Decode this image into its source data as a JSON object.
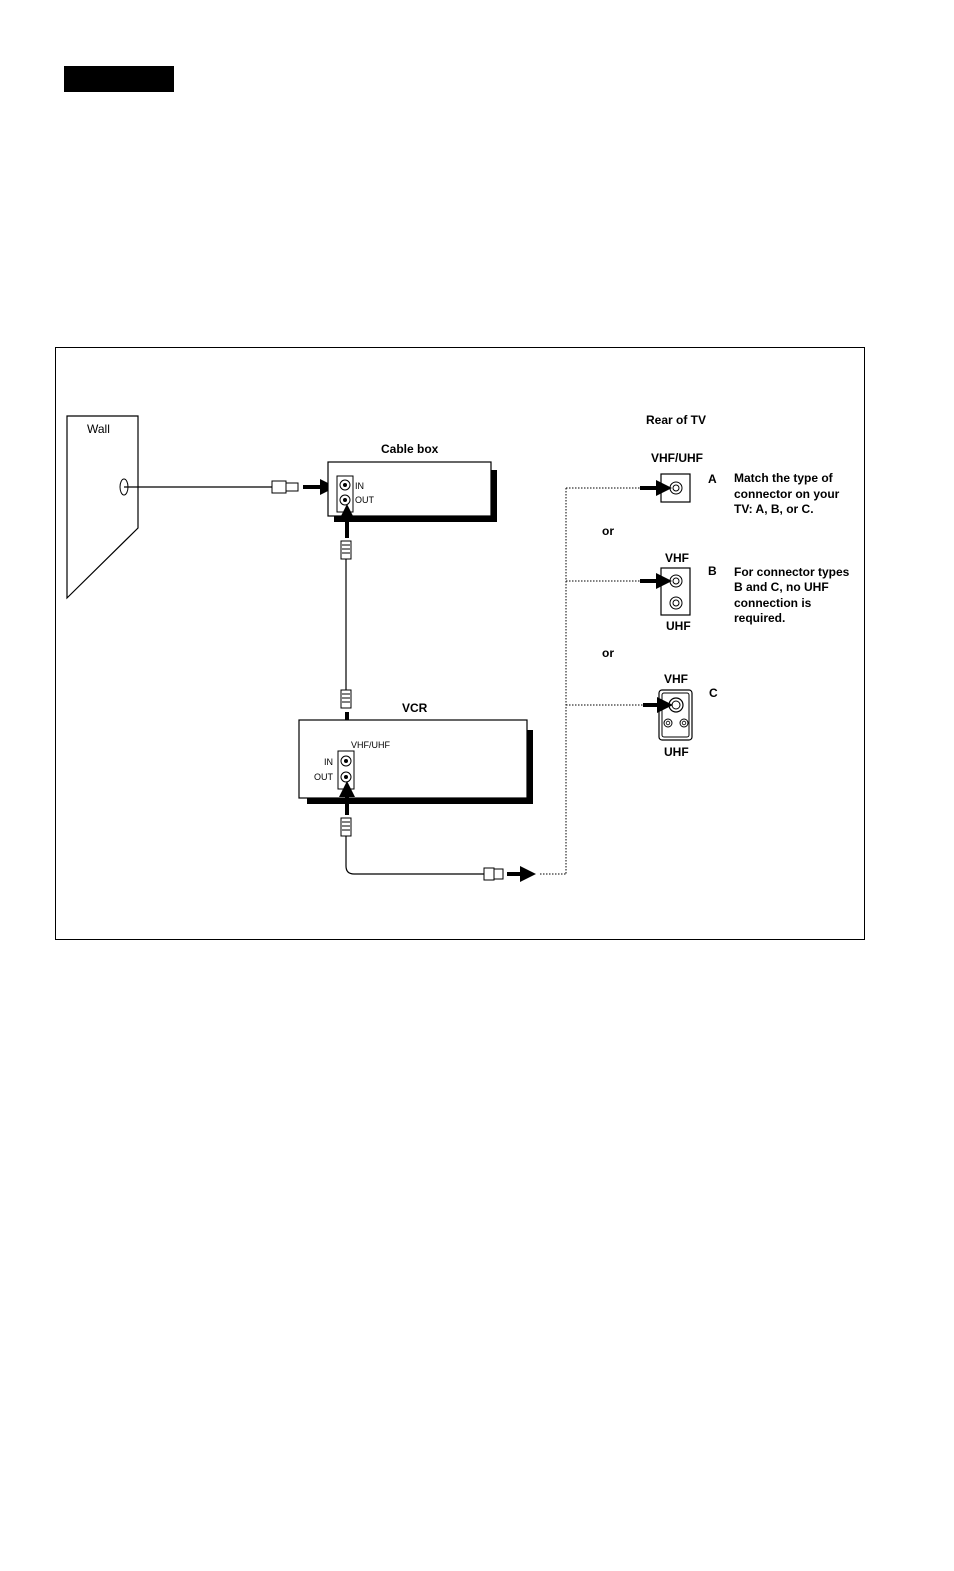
{
  "diagram": {
    "wall_label": "Wall",
    "cable_box_label": "Cable box",
    "cable_box_in": "IN",
    "cable_box_out": "OUT",
    "vcr_label": "VCR",
    "vcr_vhf_uhf": "VHF/UHF",
    "vcr_in": "IN",
    "vcr_out": "OUT",
    "rear_of_tv": "Rear of TV",
    "or_1": "or",
    "or_2": "or",
    "connector_a": {
      "top_label": "VHF/UHF",
      "letter": "A",
      "note_lines": [
        "Match the type of",
        "connector on your",
        "TV: A, B, or C."
      ]
    },
    "connector_b": {
      "top_label": "VHF",
      "bottom_label": "UHF",
      "letter": "B",
      "note_lines": [
        "For connector types",
        "B and C, no UHF",
        "connection is",
        "required."
      ]
    },
    "connector_c": {
      "top_label": "VHF",
      "bottom_label": "UHF",
      "letter": "C"
    }
  }
}
